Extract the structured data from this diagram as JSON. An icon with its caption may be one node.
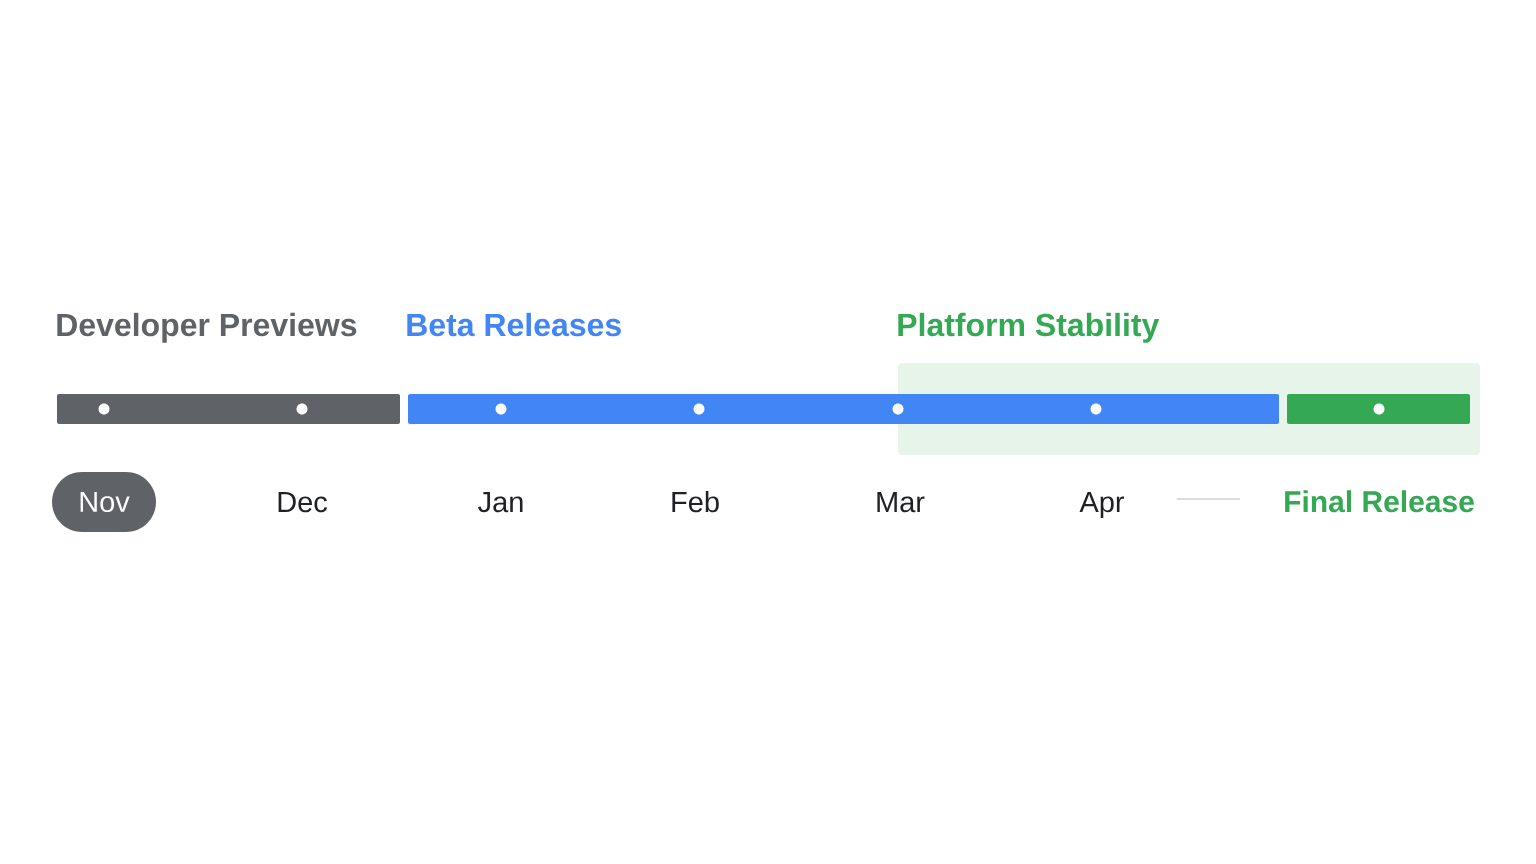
{
  "diagram": {
    "nodes": [
      {
        "text": [
          "Developer Previews"
        ]
      },
      {
        "text": [
          "Beta Releases"
        ]
      },
      {
        "text": [
          "Platform Stability"
        ]
      },
      {
        "text": [],
        "shape": "bar",
        "in": 2
      },
      {
        "text": [
          "Nov"
        ]
      },
      {
        "text": [
          "Apr"
        ]
      },
      {
        "text": [
          "Final Release"
        ]
      }
    ],
    "edges": [
      {
        "from": 5,
        "to": 6,
        "arrow": "none"
      }
    ],
    "labels": [
      "Dec",
      "Jan",
      "Feb",
      "Mar"
    ]
  }
}
